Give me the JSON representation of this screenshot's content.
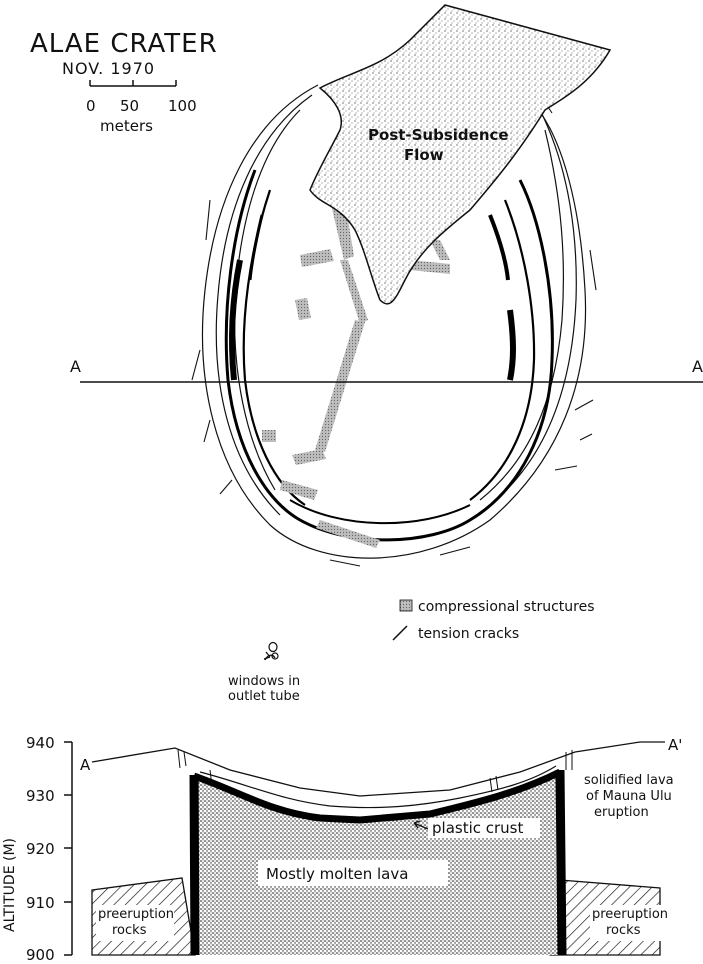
{
  "map": {
    "title": "ALAE CRATER",
    "date": "NOV. 1970",
    "scale": {
      "ticks": [
        "0",
        "50",
        "100"
      ],
      "unit": "meters"
    },
    "flow_label_line1": "Post-Subsidence",
    "flow_label_line2": "Flow",
    "section_line_left": "A",
    "section_line_right": "A"
  },
  "legend": {
    "compressional": "compressional structures",
    "tension": "tension cracks",
    "windows_line1": "windows in",
    "windows_line2": "outlet tube"
  },
  "section": {
    "y_axis_label": "ALTITUDE (M)",
    "y_ticks": [
      "940",
      "930",
      "920",
      "910",
      "900"
    ],
    "left_label": "A",
    "right_label": "A'",
    "molten": "Mostly molten lava",
    "crust": "plastic crust",
    "solidified_line1": "solidified lava",
    "solidified_line2": "of Mauna Ulu",
    "solidified_line3": "eruption",
    "preeruption_left_line1": "preeruption",
    "preeruption_left_line2": "rocks",
    "preeruption_right_line1": "preeruption",
    "preeruption_right_line2": "rocks"
  }
}
